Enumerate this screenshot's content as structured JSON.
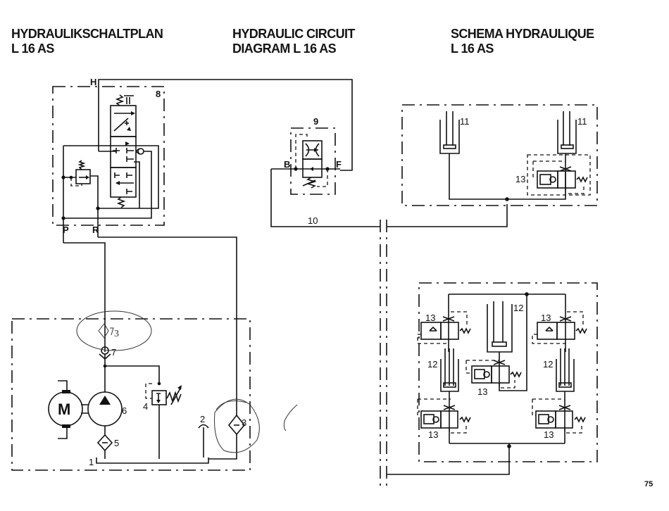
{
  "titles": {
    "german": {
      "line1": "HYDRAULIKSCHALTPLAN",
      "line2": "L 16 AS"
    },
    "english": {
      "line1": "HYDRAULIC CIRCUIT",
      "line2": "DIAGRAM L 16 AS"
    },
    "french": {
      "line1": "SCHEMA HYDRAULIQUE",
      "line2": "L 16 AS"
    }
  },
  "page_number": "75",
  "ports": {
    "H": "H",
    "P": "P",
    "R": "R",
    "B": "B",
    "F": "F"
  },
  "motor_label": "M",
  "components": [
    {
      "id": "1",
      "label": "1",
      "name": "tank"
    },
    {
      "id": "2",
      "label": "2",
      "name": "breather"
    },
    {
      "id": "3",
      "label": "3",
      "name": "return-filter"
    },
    {
      "id": "4",
      "label": "4",
      "name": "pressure-relief-valve"
    },
    {
      "id": "5",
      "label": "5",
      "name": "suction-filter"
    },
    {
      "id": "6",
      "label": "6",
      "name": "pump"
    },
    {
      "id": "7",
      "label": "7",
      "name": "check-valve"
    },
    {
      "id": "8",
      "label": "8",
      "name": "control-valve-block"
    },
    {
      "id": "9",
      "label": "9",
      "name": "flow-control-valve"
    },
    {
      "id": "10",
      "label": "10",
      "name": "hose-line"
    },
    {
      "id": "11",
      "label": "11",
      "name": "mast-cylinder"
    },
    {
      "id": "12",
      "label": "12",
      "name": "lift-cylinder"
    },
    {
      "id": "13",
      "label": "13",
      "name": "safety-valve"
    }
  ],
  "handwritten": {
    "annotation": "3"
  }
}
